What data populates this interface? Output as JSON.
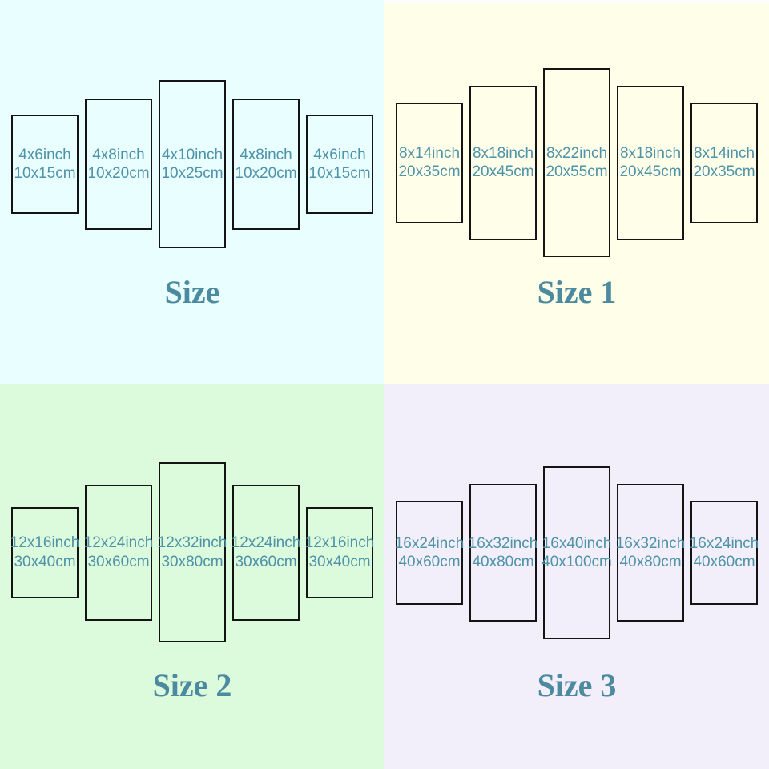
{
  "colors": {
    "quadrant_backgrounds": [
      "#E8FEFF",
      "#FFFEE9",
      "#DCFADC",
      "#F3EFFA"
    ],
    "label_text": "#4E93A9",
    "title_text": "#4C8AA0",
    "panel_border": "#141414",
    "top_strip": "#FDFEFE"
  },
  "quadrants": [
    {
      "title": "Size",
      "panels": [
        {
          "line1": "4x6inch",
          "line2": "10x15cm"
        },
        {
          "line1": "4x8inch",
          "line2": "10x20cm"
        },
        {
          "line1": "4x10inch",
          "line2": "10x25cm"
        },
        {
          "line1": "4x8inch",
          "line2": "10x20cm"
        },
        {
          "line1": "4x6inch",
          "line2": "10x15cm"
        }
      ]
    },
    {
      "title": "Size 1",
      "panels": [
        {
          "line1": "8x14inch",
          "line2": "20x35cm"
        },
        {
          "line1": "8x18inch",
          "line2": "20x45cm"
        },
        {
          "line1": "8x22inch",
          "line2": "20x55cm"
        },
        {
          "line1": "8x18inch",
          "line2": "20x45cm"
        },
        {
          "line1": "8x14inch",
          "line2": "20x35cm"
        }
      ]
    },
    {
      "title": "Size 2",
      "panels": [
        {
          "line1": "12x16inch",
          "line2": "30x40cm"
        },
        {
          "line1": "12x24inch",
          "line2": "30x60cm"
        },
        {
          "line1": "12x32inch",
          "line2": "30x80cm"
        },
        {
          "line1": "12x24inch",
          "line2": "30x60cm"
        },
        {
          "line1": "12x16inch",
          "line2": "30x40cm"
        }
      ]
    },
    {
      "title": "Size 3",
      "panels": [
        {
          "line1": "16x24inch",
          "line2": "40x60cm"
        },
        {
          "line1": "16x32inch",
          "line2": "40x80cm"
        },
        {
          "line1": "16x40inch",
          "line2": "40x100cm"
        },
        {
          "line1": "16x32inch",
          "line2": "40x80cm"
        },
        {
          "line1": "16x24inch",
          "line2": "40x60cm"
        }
      ]
    }
  ]
}
